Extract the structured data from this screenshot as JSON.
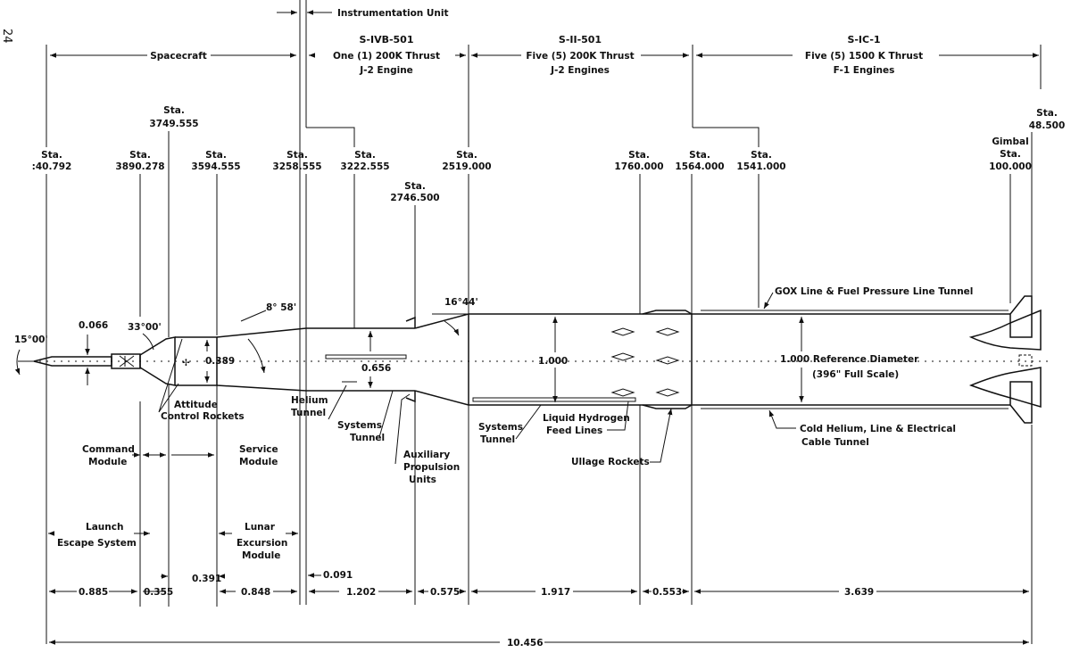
{
  "page_number": "24",
  "header": {
    "instrumentation_unit": "Instrumentation Unit",
    "spacecraft": "Spacecraft",
    "s4b": {
      "name": "S-IVB-501",
      "line1": "One (1) 200K Thrust",
      "line2": "J-2 Engine"
    },
    "s2": {
      "name": "S-II-501",
      "line1": "Five (5) 200K Thrust",
      "line2": "J-2 Engines"
    },
    "s1c": {
      "name": "S-IC-1",
      "line1": "Five (5) 1500 K Thrust",
      "line2": "F-1 Engines"
    }
  },
  "stations": [
    {
      "id": "s1",
      "l1": "Sta.",
      "l2": ":40.792"
    },
    {
      "id": "s2",
      "l1": "Sta.",
      "l2": "3890.278"
    },
    {
      "id": "s3",
      "l1": "Sta.",
      "l2": "3749.555"
    },
    {
      "id": "s4",
      "l1": "Sta.",
      "l2": "3594.555"
    },
    {
      "id": "s5",
      "l1": "Sta.",
      "l2": "3258.555"
    },
    {
      "id": "s6",
      "l1": "Sta.",
      "l2": "3222.555"
    },
    {
      "id": "s7",
      "l1": "Sta.",
      "l2": "2746.500"
    },
    {
      "id": "s8",
      "l1": "Sta.",
      "l2": "2519.000"
    },
    {
      "id": "s9",
      "l1": "Sta.",
      "l2": "1760.000"
    },
    {
      "id": "s10",
      "l1": "Sta.",
      "l2": "1564.000"
    },
    {
      "id": "s11",
      "l1": "Sta.",
      "l2": "1541.000"
    },
    {
      "id": "s12",
      "l1": "Gimbal",
      "l2": "Sta.",
      "l3": "100.000"
    },
    {
      "id": "s13",
      "l1": "Sta.",
      "l2": "48.500"
    }
  ],
  "angles": {
    "nose": "15°00'",
    "cone": "33°00'",
    "adapter": "8° 58'",
    "interstage": "16°44'"
  },
  "diameters": {
    "tip": "0.066",
    "cm": "0.389",
    "s4b": "0.656",
    "s2": "1.000",
    "s1c": "1.000  Reference  Diameter",
    "s1c_note": "(396\" Full Scale)"
  },
  "callouts": {
    "attitude": [
      "Attitude",
      "Control Rockets"
    ],
    "helium": [
      "Helium",
      "Tunnel"
    ],
    "systems1": [
      "Systems",
      "Tunnel"
    ],
    "auxiliary": [
      "Auxiliary",
      "Propulsion",
      "Units"
    ],
    "systems2": [
      "Systems",
      "Tunnel"
    ],
    "lh2": [
      "Liquid Hydrogen",
      "Feed Lines"
    ],
    "ullage": "Ullage Rockets",
    "gox": "GOX Line & Fuel Pressure Line Tunnel",
    "cold_helium": [
      "Cold Helium, Line & Electrical",
      "Cable  Tunnel"
    ]
  },
  "modules": {
    "command": [
      "Command",
      "Module"
    ],
    "service": [
      "Service",
      "Module"
    ],
    "les": [
      "Launch",
      "Escape  System"
    ],
    "lem": [
      "Lunar",
      "Excursion",
      "Module"
    ]
  },
  "lengths": {
    "l0885": "0.885",
    "l0355": "0.355",
    "l0391": "0.391",
    "l0848": "0.848",
    "l0091": "0.091",
    "l1202": "1.202",
    "l0575": "0.575",
    "l1917": "1.917",
    "l0553": "0.553",
    "l3639": "3.639",
    "total": "10.456"
  }
}
